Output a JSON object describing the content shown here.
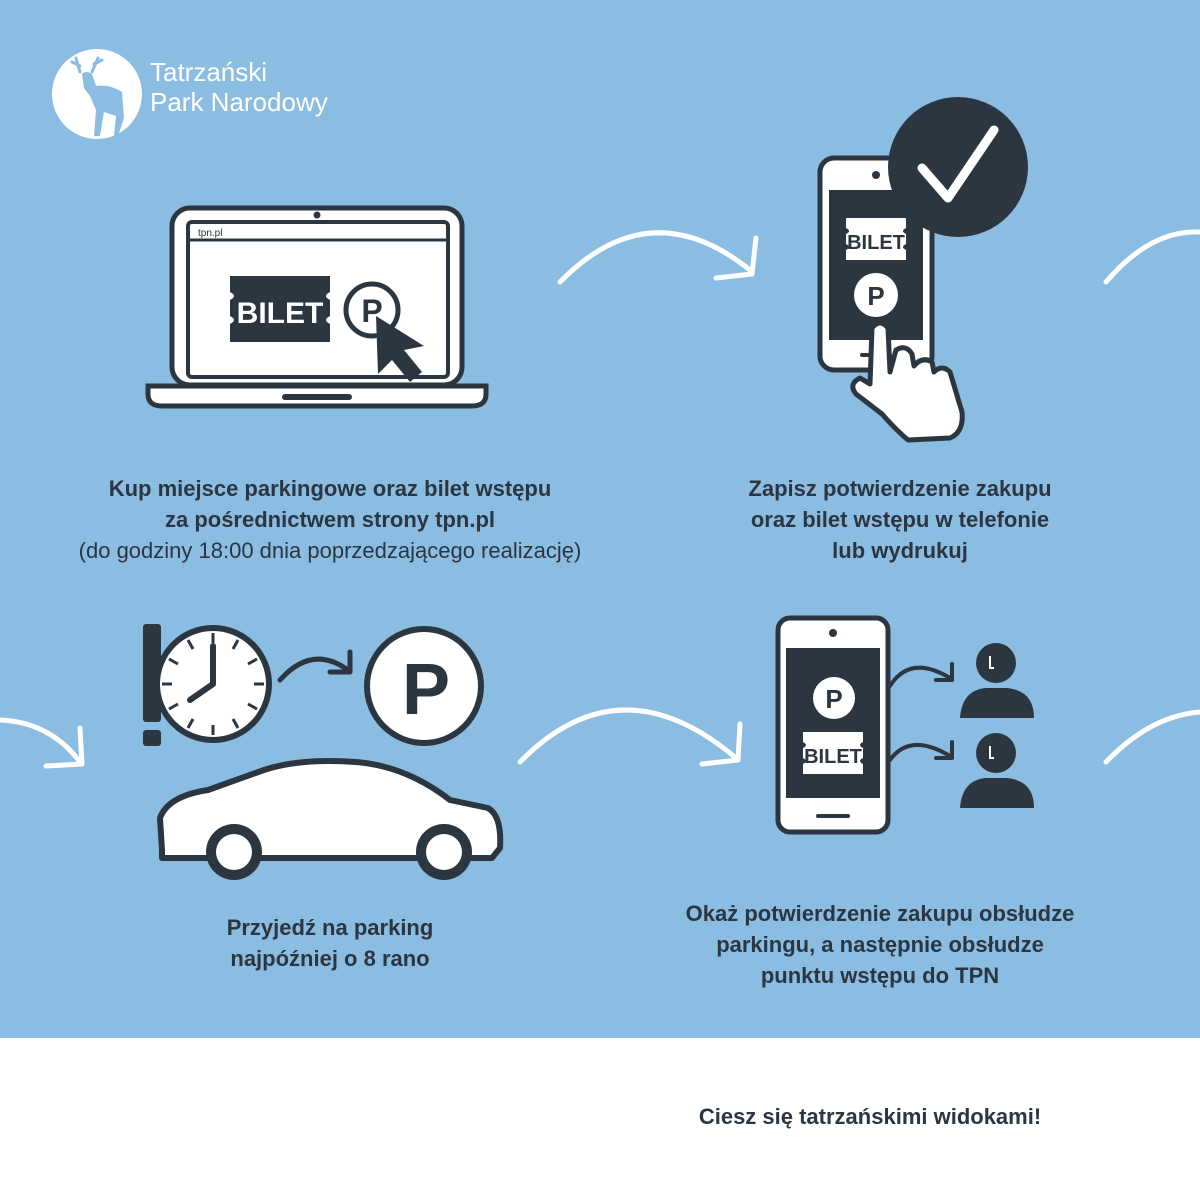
{
  "logo": {
    "line1": "Tatrzański",
    "line2": "Park Narodowy"
  },
  "steps": [
    {
      "line1": "Kup miejsce parkingowe oraz bilet wstępu",
      "line2": "za pośrednictwem strony tpn.pl",
      "note": "(do godziny 18:00 dnia poprzedzającego realizację)"
    },
    {
      "line1": "Zapisz potwierdzenie zakupu",
      "line2": "oraz bilet wstępu w telefonie",
      "line3": "lub wydrukuj"
    },
    {
      "line1": "Przyjedź na parking",
      "line2": "najpóźniej o 8 rano"
    },
    {
      "line1": "Okaż potwierdzenie zakupu obsłudze",
      "line2": "parkingu, a następnie obsłudze",
      "line3": "punktu wstępu do TPN"
    }
  ],
  "laptop": {
    "url": "tpn.pl"
  },
  "ticket_label": "BILET",
  "parking_letter": "P",
  "footer": {
    "text": "Ciesz się tatrzańskimi widokami!"
  },
  "colors": {
    "background": "#8bbde3",
    "dark": "#2b3640",
    "white": "#ffffff"
  },
  "icons": [
    "deer-logo-icon",
    "laptop-icon",
    "ticket-icon",
    "parking-icon",
    "cursor-icon",
    "smartphone-icon",
    "checkmark-icon",
    "hand-pointer-icon",
    "alarm-clock-icon",
    "car-icon",
    "person-icon",
    "arrow-icon",
    "eye-icon"
  ]
}
